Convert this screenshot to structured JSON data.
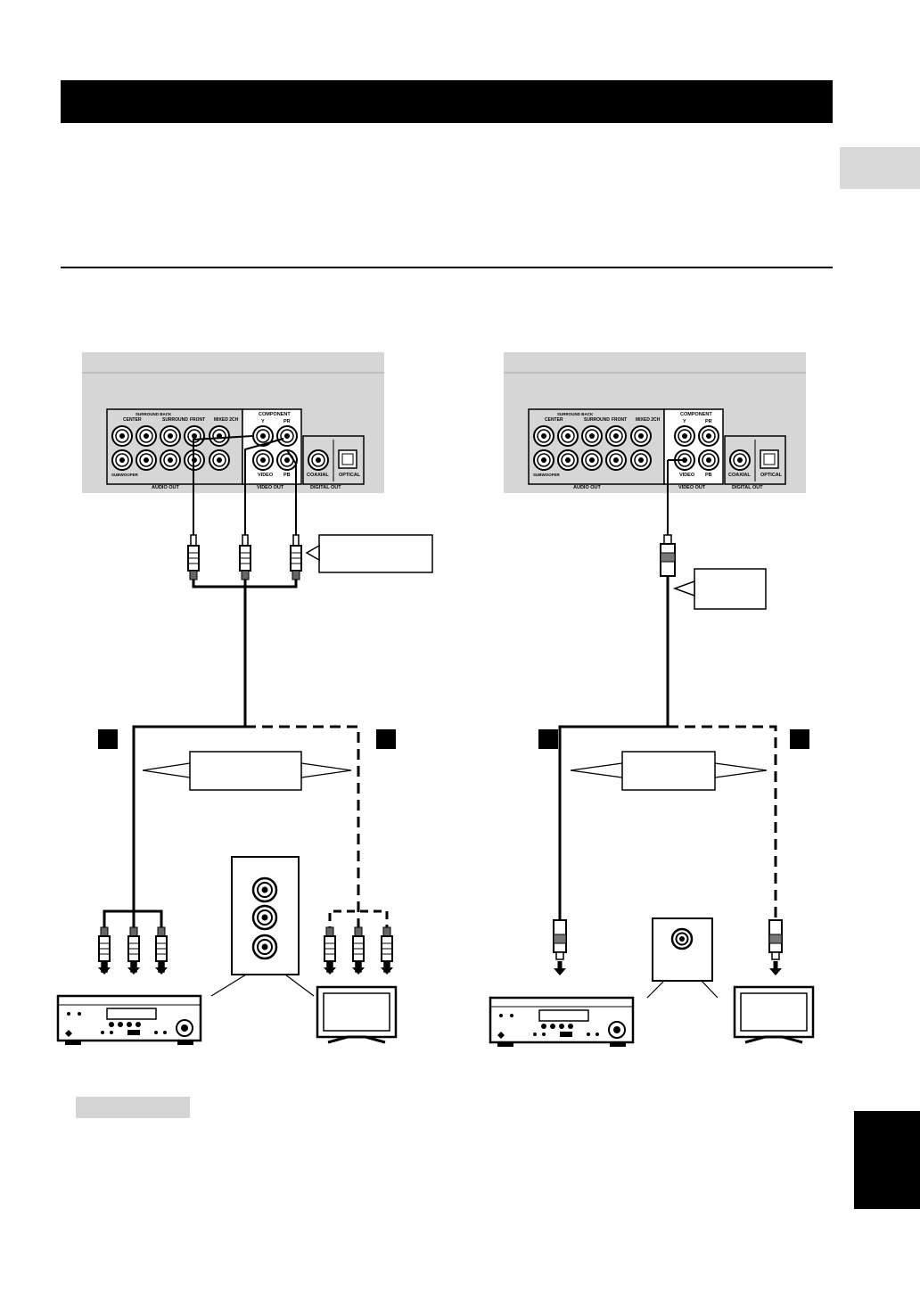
{
  "panel_a": {
    "jacks": {
      "center": "CENTER",
      "surround_back": "SURROUND BACK",
      "surround": "SURROUND",
      "front": "FRONT",
      "mixed_2ch": "MIXED 2CH",
      "subwoofer": "SUBWOOFER",
      "component": "COMPONENT",
      "y": "Y",
      "pb": "PB",
      "pr": "PR",
      "video": "VIDEO",
      "coaxial": "COAXIAL",
      "optical": "OPTICAL",
      "audio_out": "AUDIO OUT",
      "video_out": "VIDEO OUT",
      "digital_out": "DIGITAL OUT"
    }
  },
  "panel_b": {
    "jacks": {
      "center": "CENTER",
      "surround_back": "SURROUND BACK",
      "surround": "SURROUND",
      "front": "FRONT",
      "mixed_2ch": "MIXED 2CH",
      "subwoofer": "SUBWOOFER",
      "component": "COMPONENT",
      "y": "Y",
      "pb": "PB",
      "pr": "PR",
      "video": "VIDEO",
      "coaxial": "COAXIAL",
      "optical": "OPTICAL",
      "audio_out": "AUDIO OUT",
      "video_out": "VIDEO OUT",
      "digital_out": "DIGITAL OUT"
    }
  }
}
